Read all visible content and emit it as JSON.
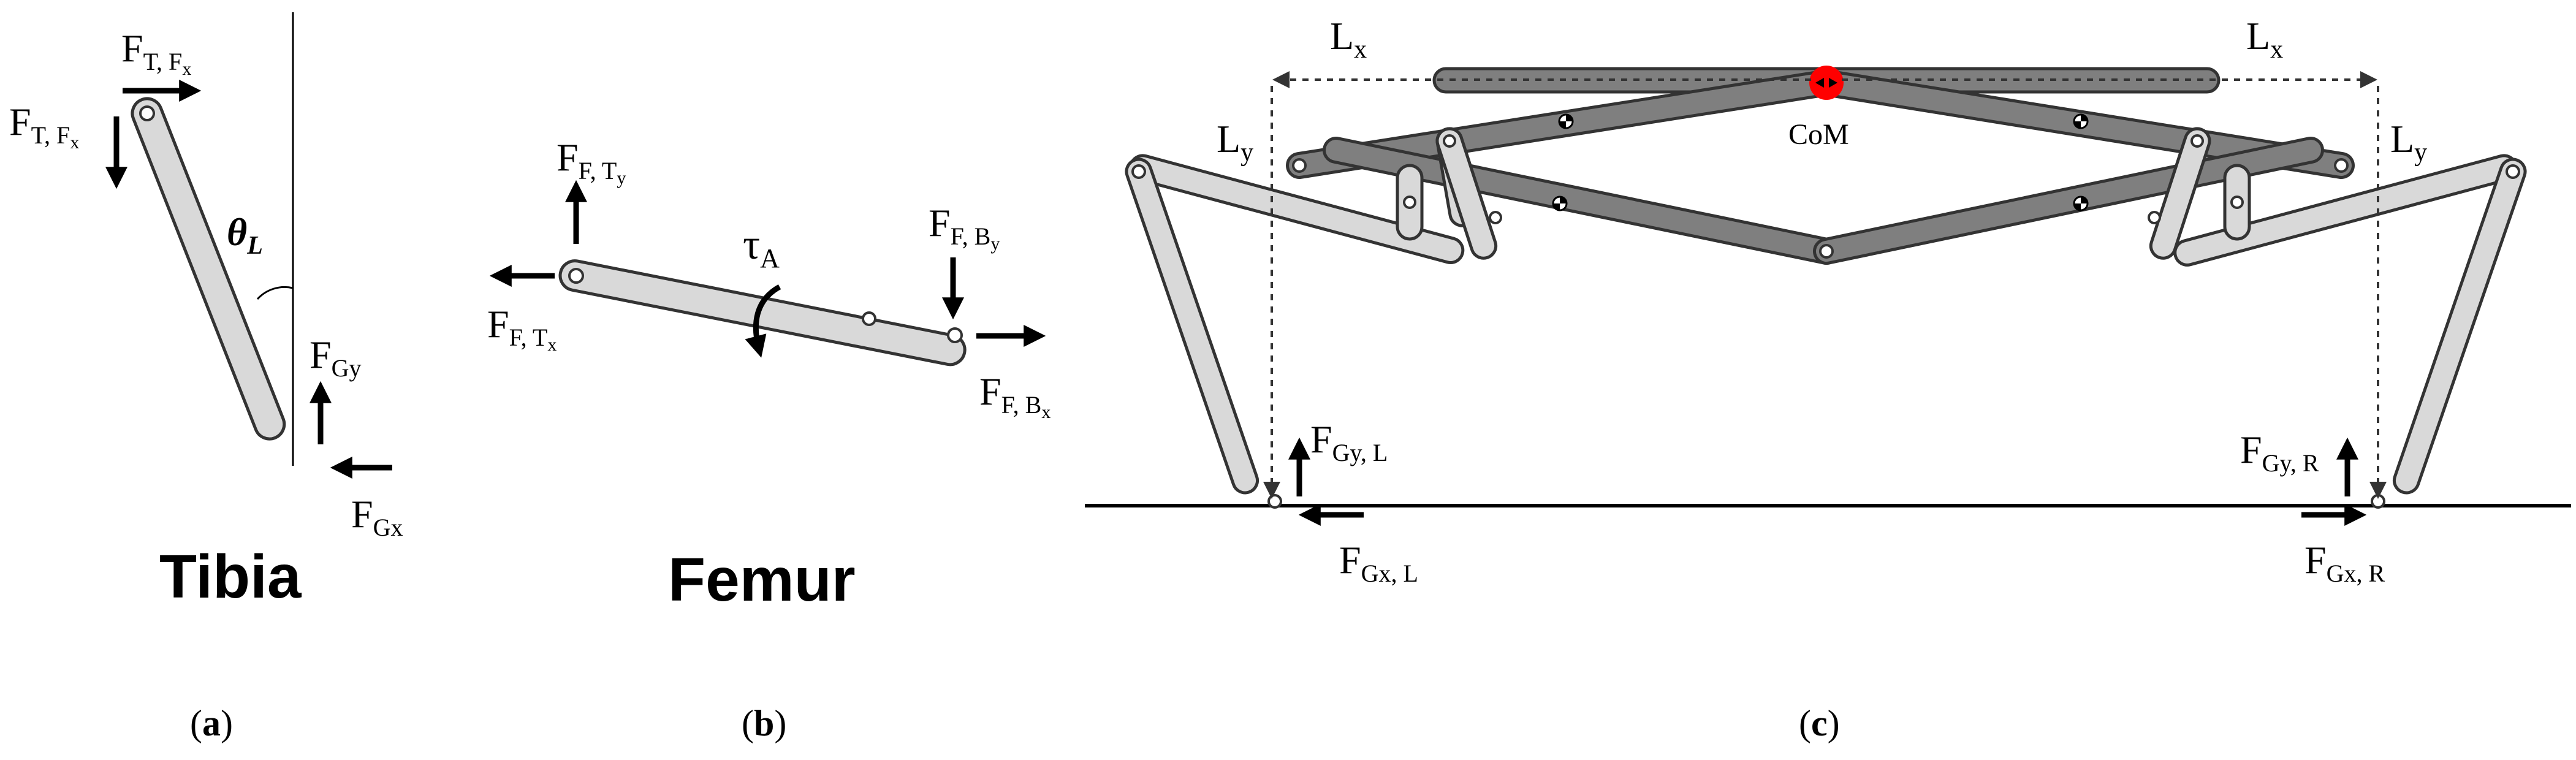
{
  "panel_a": {
    "force_top_x": "F",
    "force_top_x_sub": "T, F",
    "force_top_x_subsub": "x",
    "force_top_y": "F",
    "force_top_y_sub": "T, F",
    "force_top_y_subsub": "x",
    "angle_symbol": "θ",
    "angle_sub": "L",
    "force_gy": "F",
    "force_gy_sub": "Gy",
    "force_gx": "F",
    "force_gx_sub": "Gx",
    "title": "Tibia",
    "caption": "(a)"
  },
  "panel_b": {
    "force_ty": "F",
    "force_ty_sub": "F, T",
    "force_ty_subsub": "y",
    "force_tx": "F",
    "force_tx_sub": "F, T",
    "force_tx_subsub": "x",
    "torque": "τ",
    "torque_sub": "A",
    "force_by": "F",
    "force_by_sub": "F, B",
    "force_by_subsub": "y",
    "force_bx": "F",
    "force_bx_sub": "F, B",
    "force_bx_subsub": "x",
    "title": "Femur",
    "caption": "(b)"
  },
  "panel_c": {
    "lx_left": "L",
    "lx_left_sub": "x",
    "lx_right": "L",
    "lx_right_sub": "x",
    "ly_left": "L",
    "ly_left_sub": "y",
    "ly_right": "L",
    "ly_right_sub": "y",
    "com_label": "CoM",
    "fgy_left": "F",
    "fgy_left_sub": "Gy, L",
    "fgx_left": "F",
    "fgx_left_sub": "Gx, L",
    "fgy_right": "F",
    "fgy_right_sub": "Gy, R",
    "fgx_right": "F",
    "fgx_right_sub": "Gx, R",
    "caption": "(c)",
    "com_color": "#ff0000"
  },
  "colors": {
    "link_light": "#d9d9d9",
    "link_dark": "#7f7f7f",
    "outline": "#333333"
  }
}
